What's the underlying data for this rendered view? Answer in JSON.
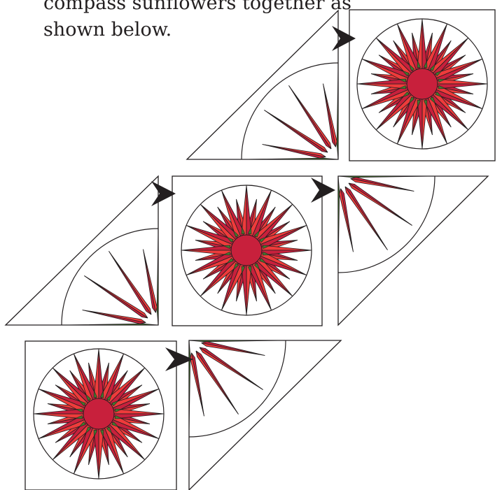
{
  "instruction": {
    "line1": "compass sunflowers together as",
    "line2": "shown below."
  },
  "colors": {
    "petal_dark": "#c8203c",
    "petal_light": "#ee3b3b",
    "center": "#c8203c",
    "leaf_green": "#44782e",
    "background_fabric": "#ffffff",
    "outline": "#231f20",
    "arrow": "#231f20"
  },
  "blocks": {
    "full_squares": 3,
    "half_square_triangles": 4,
    "arrows": 4,
    "points_per_star": 16
  }
}
